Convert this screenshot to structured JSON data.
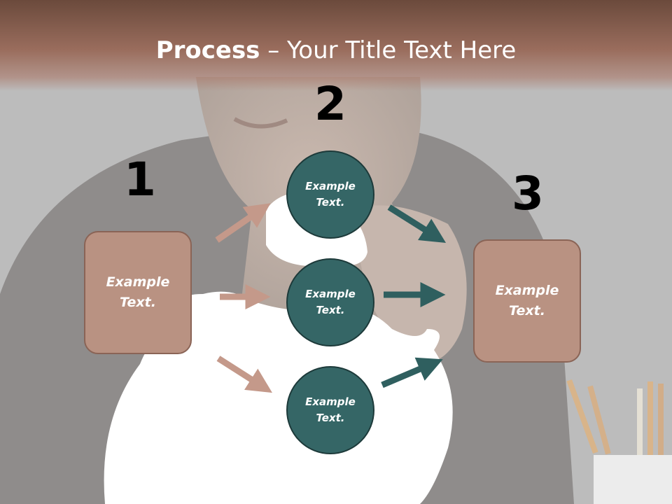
{
  "title": {
    "bold": "Process",
    "rest": " – Your Title Text Here"
  },
  "steps": [
    {
      "number": "1",
      "text": "Example Text."
    },
    {
      "number": "2"
    },
    {
      "number": "3",
      "text": "Example Text."
    }
  ],
  "circles": [
    {
      "text": "Example Text."
    },
    {
      "text": "Example Text."
    },
    {
      "text": "Example Text."
    }
  ],
  "colors": {
    "box": "#b99282",
    "circle": "#356666",
    "arrow_left": "#c4998a",
    "arrow_right": "#2f5f5f",
    "title_band": "#8a5e4e"
  }
}
